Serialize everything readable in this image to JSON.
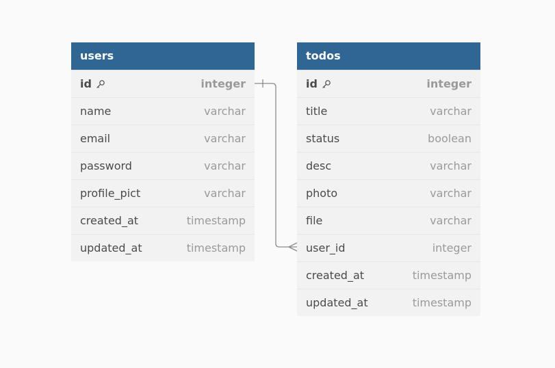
{
  "tables": [
    {
      "name": "users",
      "columns": [
        {
          "name": "id",
          "type": "integer",
          "pk": true
        },
        {
          "name": "name",
          "type": "varchar"
        },
        {
          "name": "email",
          "type": "varchar"
        },
        {
          "name": "password",
          "type": "varchar"
        },
        {
          "name": "profile_pict",
          "type": "varchar"
        },
        {
          "name": "created_at",
          "type": "timestamp"
        },
        {
          "name": "updated_at",
          "type": "timestamp"
        }
      ]
    },
    {
      "name": "todos",
      "columns": [
        {
          "name": "id",
          "type": "integer",
          "pk": true
        },
        {
          "name": "title",
          "type": "varchar"
        },
        {
          "name": "status",
          "type": "boolean"
        },
        {
          "name": "desc",
          "type": "varchar"
        },
        {
          "name": "photo",
          "type": "varchar"
        },
        {
          "name": "file",
          "type": "varchar"
        },
        {
          "name": "user_id",
          "type": "integer"
        },
        {
          "name": "created_at",
          "type": "timestamp"
        },
        {
          "name": "updated_at",
          "type": "timestamp"
        }
      ]
    }
  ],
  "relationships": [
    {
      "from": "users.id",
      "to": "todos.user_id",
      "from_cardinality": "one",
      "to_cardinality": "many"
    }
  ],
  "colors": {
    "header": "#2f6694",
    "header_text": "#ffffff",
    "table_bg": "#f2f2f2",
    "row_divider": "#e6e6e6",
    "column_text": "#4a4a4a",
    "type_text": "#9a9a9a",
    "connector": "#8a8a8a",
    "canvas_bg": "#fafafa"
  }
}
